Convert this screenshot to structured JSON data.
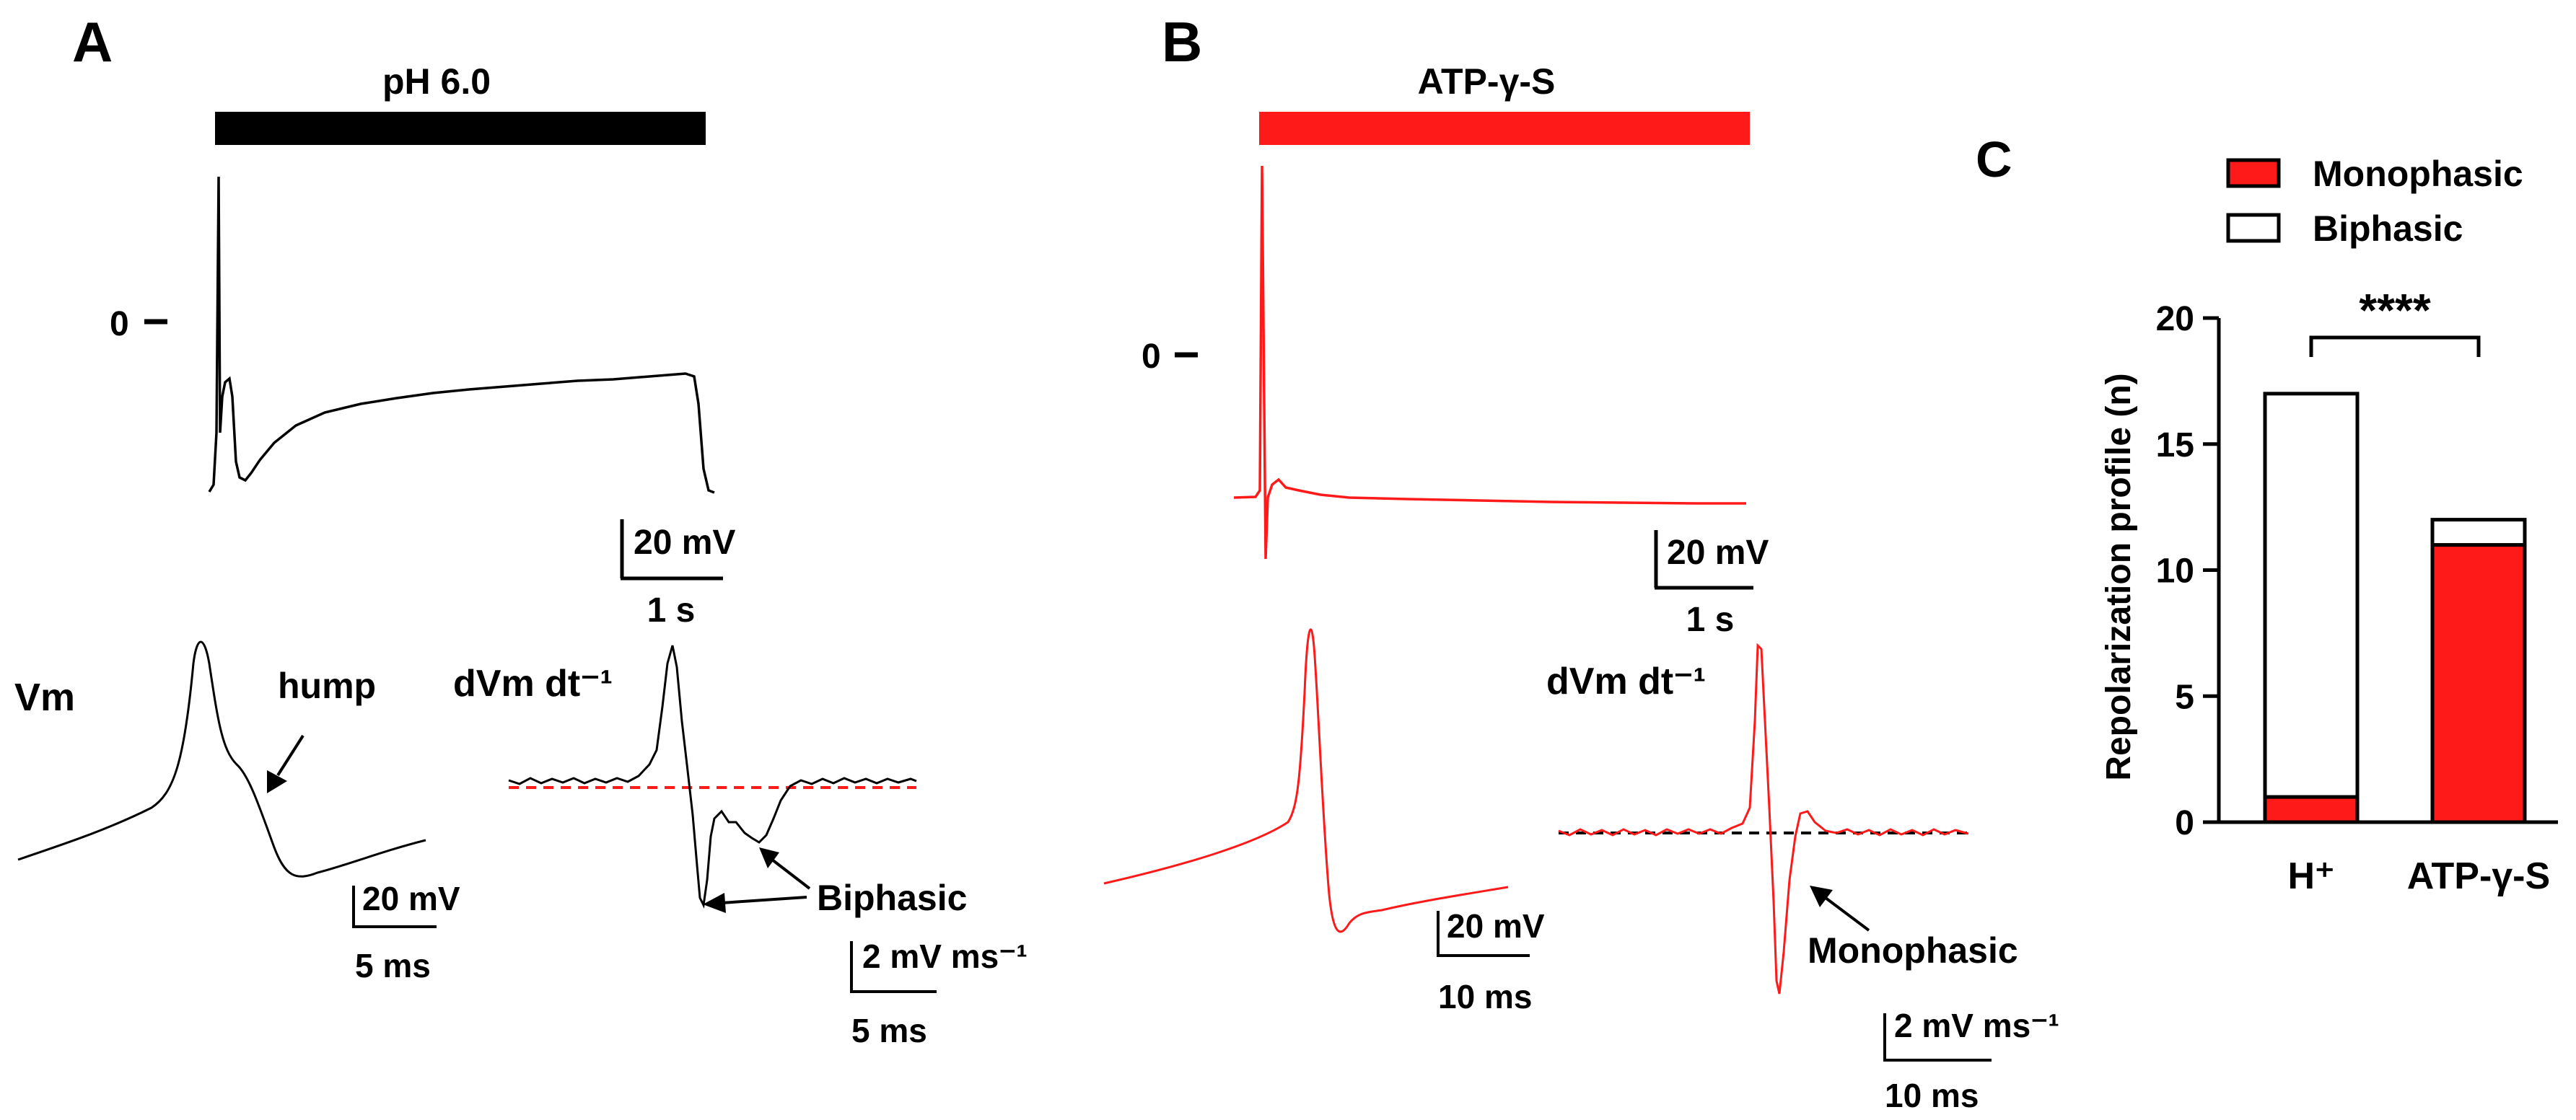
{
  "panels": {
    "a": {
      "letter": "A",
      "stimulus": "pH 6.0",
      "zero_label": "0",
      "scale_v": "20 mV",
      "scale_t": "1 s",
      "vm_label": "Vm",
      "hump_label": "hump",
      "deriv_label": "dVm dt⁻¹",
      "biphasic_label": "Biphasic",
      "small_v": "20 mV",
      "small_t": "5 ms",
      "deriv_scale_v": "2 mV ms⁻¹",
      "deriv_scale_t": "5 ms"
    },
    "b": {
      "letter": "B",
      "stimulus": "ATP-γ-S",
      "zero_label": "0",
      "scale_v": "20 mV",
      "scale_t": "1 s",
      "deriv_label": "dVm dt⁻¹",
      "monophasic_label": "Monophasic",
      "small_v": "20 mV",
      "small_t": "10 ms",
      "deriv_scale_v": "2 mV ms⁻¹",
      "deriv_scale_t": "10 ms"
    },
    "c": {
      "letter": "C",
      "significance": "****"
    }
  },
  "colors": {
    "black": "#000000",
    "red": "#ff1a1a",
    "white": "#ffffff"
  },
  "chart_data": {
    "type": "bar",
    "stacked": true,
    "categories": [
      "H⁺",
      "ATP-γ-S"
    ],
    "series": [
      {
        "name": "Monophasic",
        "values": [
          1,
          11
        ],
        "color": "#ff1a1a"
      },
      {
        "name": "Biphasic",
        "values": [
          16,
          1
        ],
        "color": "#ffffff"
      }
    ],
    "ylabel": "Repolarization profile (n)",
    "ylim": [
      0,
      20
    ],
    "yticks": [
      0,
      5,
      10,
      15,
      20
    ],
    "legend": "top",
    "annotation": "****"
  }
}
